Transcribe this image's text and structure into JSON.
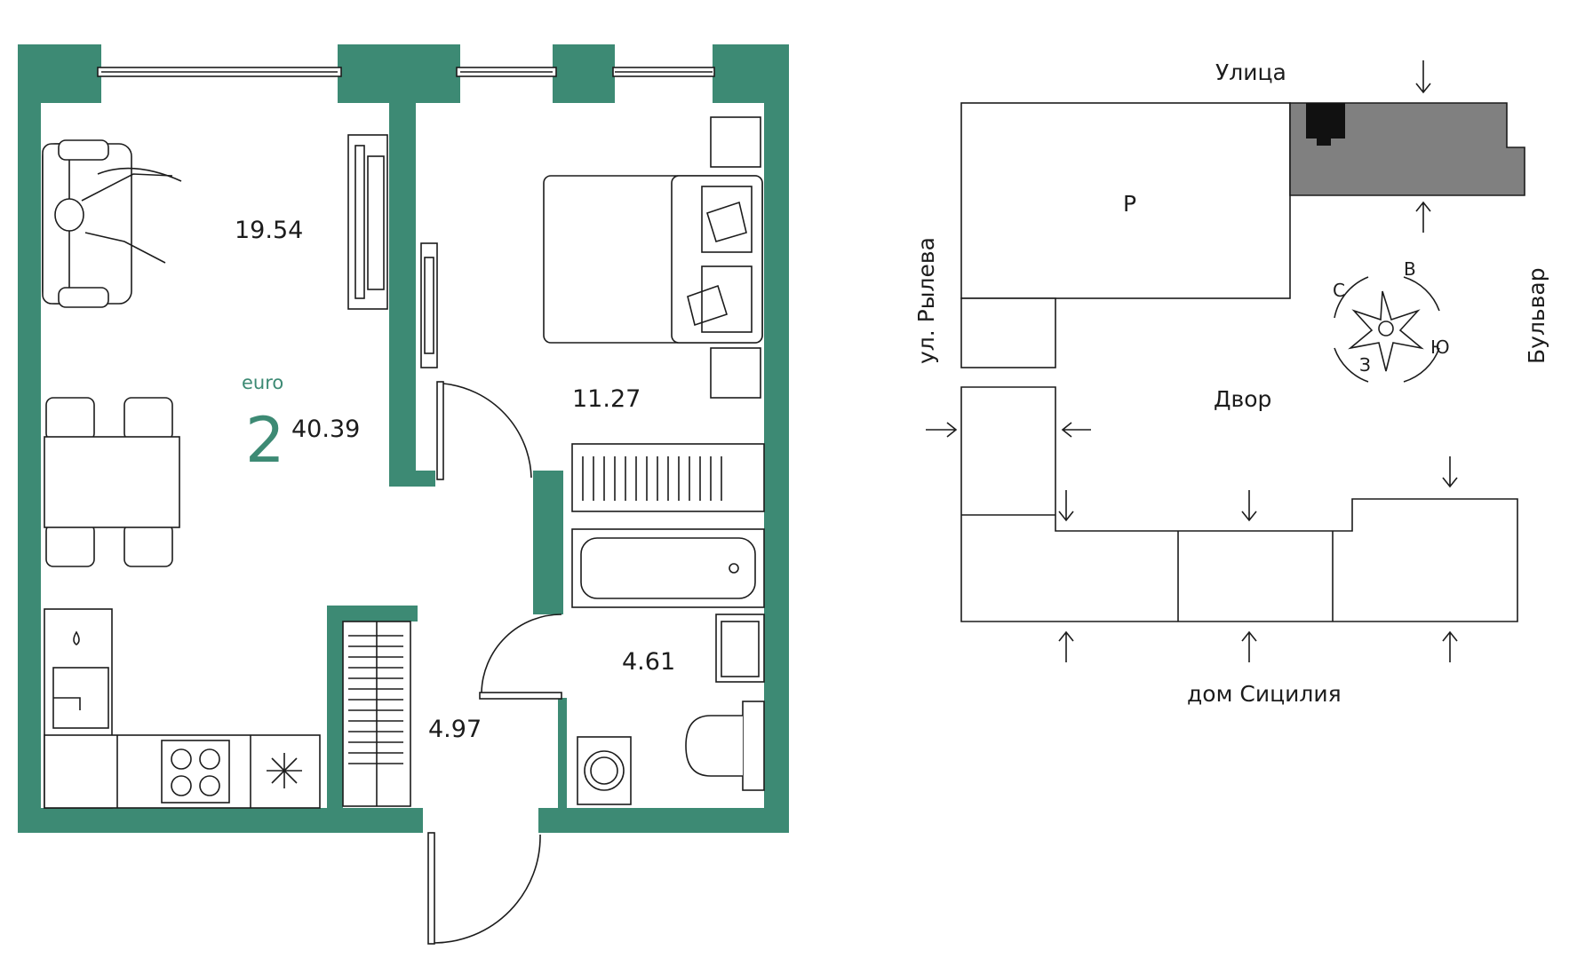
{
  "colors": {
    "wall": "#3d8a74",
    "ink": "#1c1c1c",
    "building_highlight": "#808080"
  },
  "plan": {
    "type_label": "euro",
    "rooms_count": "2",
    "total_area": "40.39",
    "rooms": {
      "living": "19.54",
      "bedroom": "11.27",
      "bathroom": "4.61",
      "hallway": "4.97"
    }
  },
  "site": {
    "street_top": "Улица",
    "street_left": "ул. Рылева",
    "street_right": "Бульвар",
    "yard": "Двор",
    "bottom": "дом Сицилия",
    "parking": "Р",
    "compass": {
      "north": "С",
      "east": "В",
      "south": "Ю",
      "west": "З"
    }
  },
  "icons": [
    "sofa-icon",
    "tv-icon",
    "bed-icon",
    "dining-table-icon",
    "kitchen-icon",
    "stove-icon",
    "fridge-icon",
    "bathtub-icon",
    "sink-icon",
    "toilet-icon",
    "washing-machine-icon",
    "wardrobe-icon",
    "radiator-icon",
    "compass-icon",
    "arrow-icon"
  ]
}
